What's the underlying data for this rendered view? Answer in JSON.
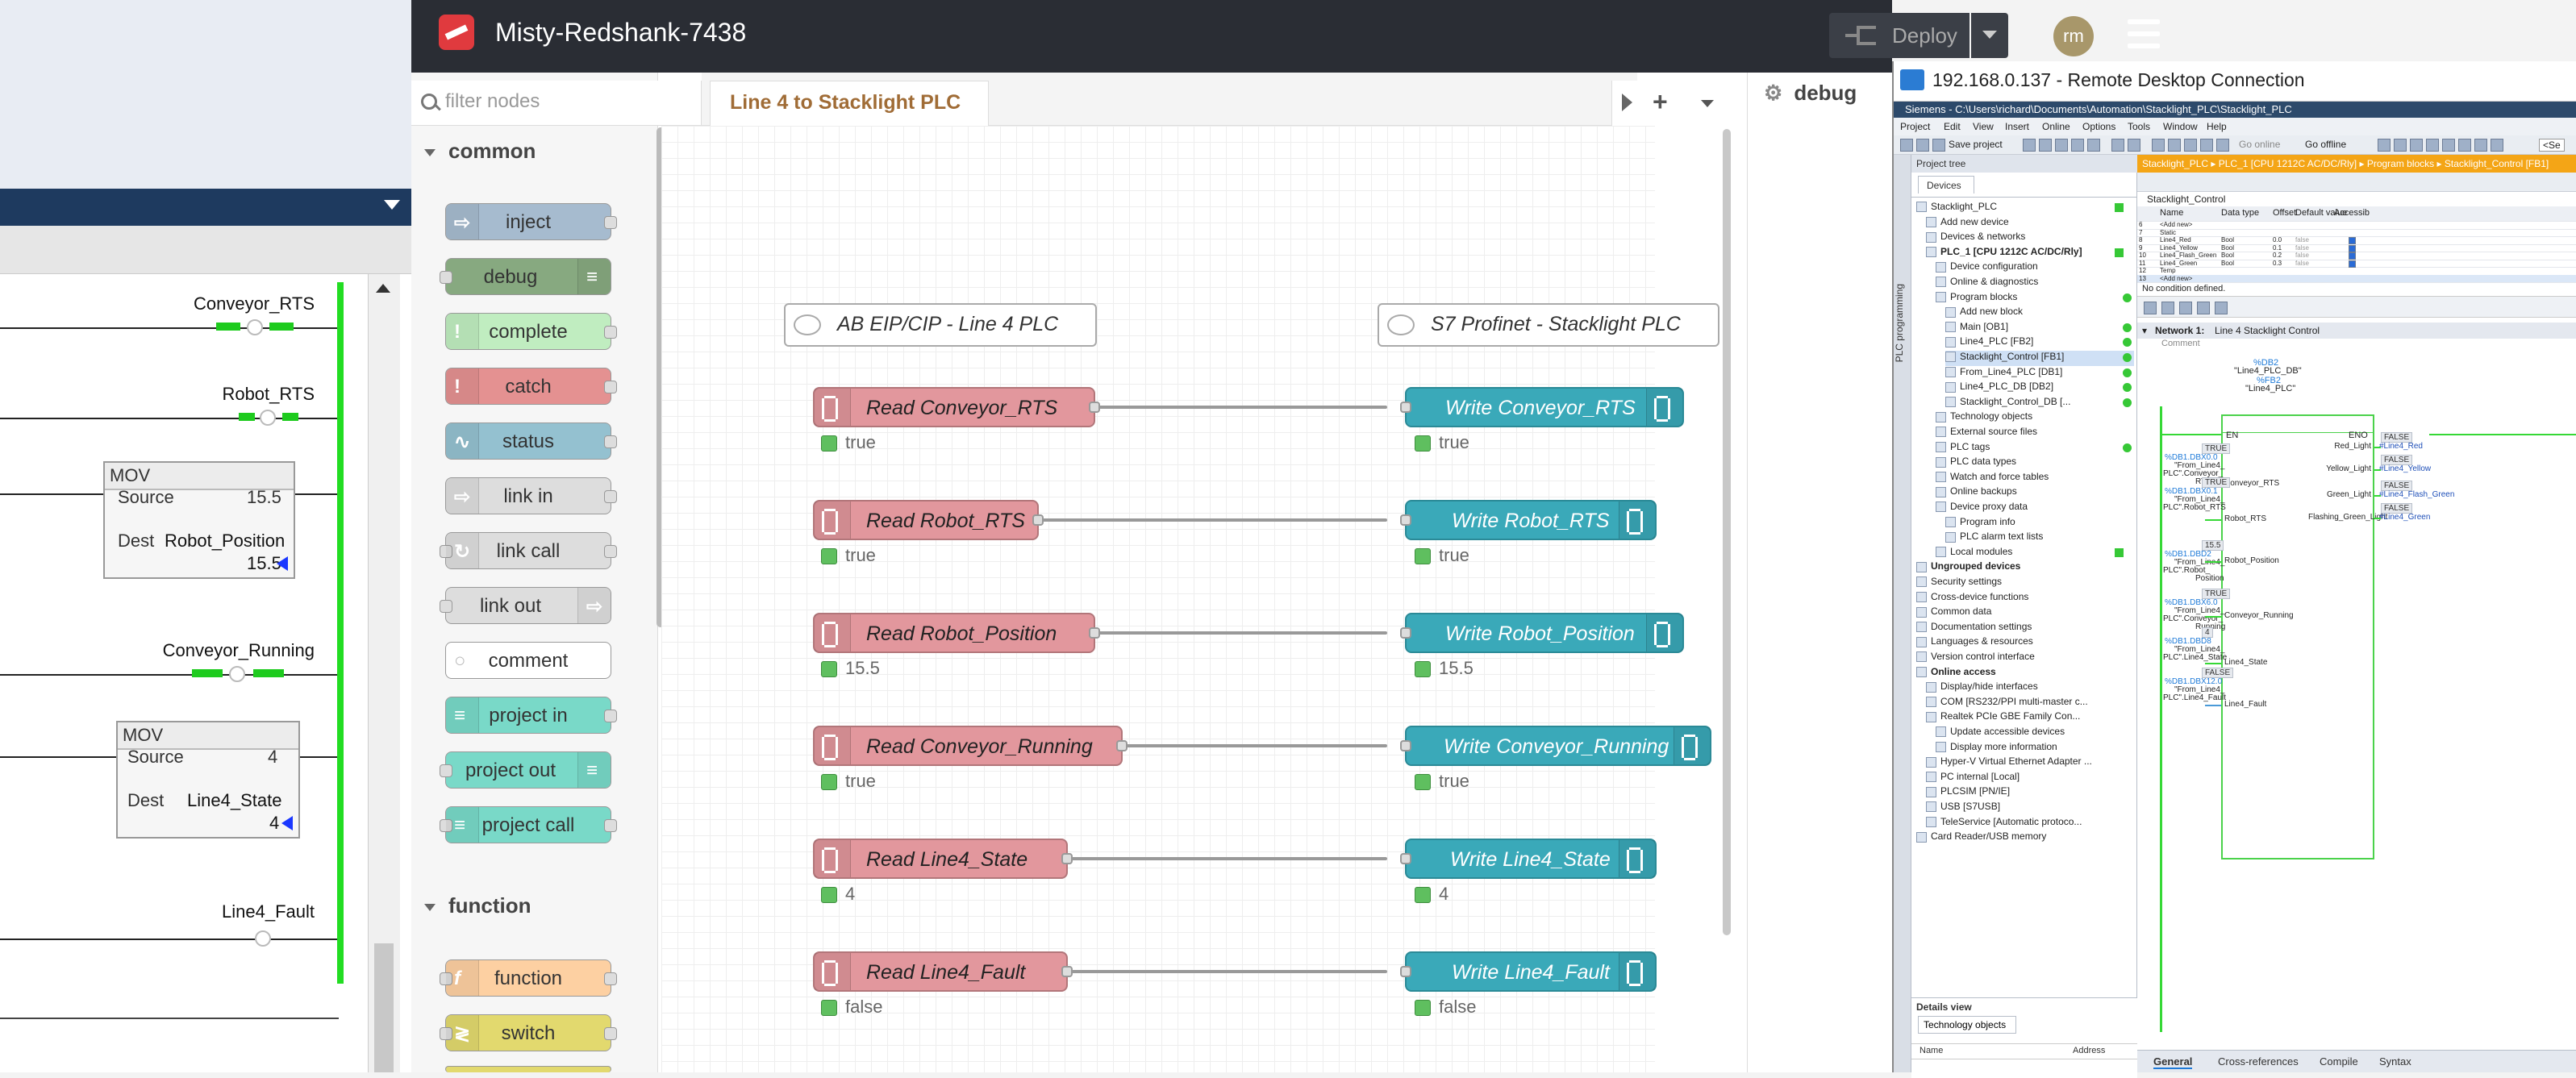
{
  "ladder": {
    "rungs": [
      {
        "label": "Conveyor_RTS"
      },
      {
        "label": "Robot_RTS"
      },
      {
        "label": "Conveyor_Running"
      },
      {
        "label": "Line4_Fault"
      }
    ],
    "mov1": {
      "title": "MOV",
      "source_label": "Source",
      "source_value": "15.5",
      "dest_label": "Dest",
      "dest_tag": "Robot_Position",
      "dest_value": "15.5"
    },
    "mov2": {
      "title": "MOV",
      "source_label": "Source",
      "source_value": "4",
      "dest_label": "Dest",
      "dest_tag": "Line4_State",
      "dest_value": "4"
    }
  },
  "nodered": {
    "title": "Misty-Redshank-7438",
    "deploy_label": "Deploy",
    "avatar_initials": "rm",
    "filter_placeholder": "filter nodes",
    "flow_tab": "Line 4 to Stacklight PLC",
    "sidebar_tab": "debug",
    "categories": {
      "common": "common",
      "function": "function"
    },
    "palette": {
      "inject": "inject",
      "debug": "debug",
      "complete": "complete",
      "catch": "catch",
      "status": "status",
      "link_in": "link in",
      "link_call": "link call",
      "link_out": "link out",
      "comment": "comment",
      "project_in": "project in",
      "project_out": "project out",
      "project_call": "project call",
      "function": "function",
      "switch": "switch"
    },
    "comments": {
      "left": "AB EIP/CIP - Line 4 PLC",
      "right": "S7 Profinet - Stacklight PLC"
    },
    "flows": [
      {
        "read": "Read Conveyor_RTS",
        "write": "Write Conveyor_RTS",
        "read_status": "true",
        "write_status": "true"
      },
      {
        "read": "Read Robot_RTS",
        "write": "Write Robot_RTS",
        "read_status": "true",
        "write_status": "true"
      },
      {
        "read": "Read Robot_Position",
        "write": "Write Robot_Position",
        "read_status": "15.5",
        "write_status": "15.5"
      },
      {
        "read": "Read Conveyor_Running",
        "write": "Write Conveyor_Running",
        "read_status": "true",
        "write_status": "true"
      },
      {
        "read": "Read Line4_State",
        "write": "Write Line4_State",
        "read_status": "4",
        "write_status": "4"
      },
      {
        "read": "Read Line4_Fault",
        "write": "Write Line4_Fault",
        "read_status": "false",
        "write_status": "false"
      }
    ]
  },
  "rdp": {
    "title": "192.168.0.137 - Remote Desktop Connection",
    "tia_title": "Siemens  -  C:\\Users\\richard\\Documents\\Automation\\Stacklight_PLC\\Stacklight_PLC",
    "menu": [
      "Project",
      "Edit",
      "View",
      "Insert",
      "Online",
      "Options",
      "Tools",
      "Window",
      "Help"
    ],
    "toolbar": {
      "save": "Save project",
      "go_online": "Go online",
      "go_offline": "Go offline",
      "search": "<Se"
    },
    "vertical_tab": "PLC programming",
    "tree_header": "Project tree",
    "tree_tab": "Devices",
    "tree": [
      "Stacklight_PLC",
      "Add new device",
      "Devices & networks",
      "PLC_1 [CPU 1212C AC/DC/Rly]",
      "Device configuration",
      "Online & diagnostics",
      "Program blocks",
      "Add new block",
      "Main [OB1]",
      "Line4_PLC [FB2]",
      "Stacklight_Control [FB1]",
      "From_Line4_PLC [DB1]",
      "Line4_PLC_DB [DB2]",
      "Stacklight_Control_DB [...",
      "Technology objects",
      "External source files",
      "PLC tags",
      "PLC data types",
      "Watch and force tables",
      "Online backups",
      "Device proxy data",
      "Program info",
      "PLC alarm text lists",
      "Local modules",
      "Ungrouped devices",
      "Security settings",
      "Cross-device functions",
      "Common data",
      "Documentation settings",
      "Languages & resources",
      "Version control interface",
      "Online access",
      "Display/hide interfaces",
      "COM [RS232/PPI multi-master c...",
      "Realtek PCIe GBE Family Con...",
      "Update accessible devices",
      "Display more information",
      "Hyper-V Virtual Ethernet Adapter ...",
      "PC internal [Local]",
      "PLCSIM [PN/IE]",
      "USB [S7USB]",
      "TeleService [Automatic protoco...",
      "Card Reader/USB memory"
    ],
    "details": {
      "title": "Details view",
      "tab": "Technology objects",
      "col_name": "Name",
      "col_address": "Address"
    },
    "breadcrumb": "Stacklight_PLC  ▸  PLC_1 [CPU 1212C AC/DC/Rly]  ▸  Program blocks  ▸  Stacklight_Control [FB1]",
    "block_name": "Stacklight_Control",
    "iface_headers": {
      "name": "Name",
      "type": "Data type",
      "offset": "Offset",
      "default": "Default value",
      "access": "Accessib"
    },
    "iface_rows": [
      {
        "num": "6",
        "name": "<Add new>",
        "type": "",
        "offset": "",
        "default": ""
      },
      {
        "num": "7",
        "name": "Static",
        "type": "",
        "offset": "",
        "default": ""
      },
      {
        "num": "8",
        "name": "Line4_Red",
        "type": "Bool",
        "offset": "0.0",
        "default": "false"
      },
      {
        "num": "9",
        "name": "Line4_Yellow",
        "type": "Bool",
        "offset": "0.1",
        "default": "false"
      },
      {
        "num": "10",
        "name": "Line4_Flash_Green",
        "type": "Bool",
        "offset": "0.2",
        "default": "false"
      },
      {
        "num": "11",
        "name": "Line4_Green",
        "type": "Bool",
        "offset": "0.3",
        "default": "false"
      },
      {
        "num": "12",
        "name": "Temp",
        "type": "",
        "offset": "",
        "default": ""
      },
      {
        "num": "13",
        "name": "<Add new>",
        "type": "",
        "offset": "",
        "default": ""
      }
    ],
    "condition": "No condition defined.",
    "network": {
      "label": "Network 1:",
      "title": "Line 4 Stacklight Control",
      "comment": "Comment"
    },
    "fb": {
      "db_addr": "%DB2",
      "db_name": "\"Line4_PLC_DB\"",
      "fb_addr": "%FB2",
      "fb_name": "\"Line4_PLC\"",
      "en": "EN",
      "eno": "ENO",
      "inputs": [
        {
          "val": "TRUE",
          "addr": "%DB1.DBX0.0",
          "tag1": "\"From_Line4_",
          "tag2": "PLC\".Conveyor_",
          "tag3": "RTS",
          "pin": "Conveyor_RTS"
        },
        {
          "val": "TRUE",
          "addr": "%DB1.DBX0.1",
          "tag1": "\"From_Line4_",
          "tag2": "PLC\".Robot_RTS",
          "tag3": "",
          "pin": "Robot_RTS"
        },
        {
          "val": "15.5",
          "addr": "%DB1.DBD2",
          "tag1": "\"From_Line4_",
          "tag2": "PLC\".Robot_",
          "tag3": "Position",
          "pin": "Robot_Position"
        },
        {
          "val": "TRUE",
          "addr": "%DB1.DBX6.0",
          "tag1": "\"From_Line4_",
          "tag2": "PLC\".Conveyor_",
          "tag3": "Running",
          "pin": "Conveyor_Running"
        },
        {
          "val": "4",
          "addr": "%DB1.DBD8",
          "tag1": "\"From_Line4_",
          "tag2": "PLC\".Line4_State",
          "tag3": "",
          "pin": "Line4_State"
        },
        {
          "val": "FALSE",
          "addr": "%DB1.DBX12.0",
          "tag1": "\"From_Line4_",
          "tag2": "PLC\".Line4_Fault",
          "tag3": "",
          "pin": "Line4_Fault"
        }
      ],
      "outputs": [
        {
          "pin": "Red_Light",
          "val": "FALSE",
          "tag": "#Line4_Red"
        },
        {
          "pin": "Yellow_Light",
          "val": "FALSE",
          "tag": "#Line4_Yellow"
        },
        {
          "pin": "Green_Light",
          "val": "FALSE",
          "tag": "#Line4_Flash_Green"
        },
        {
          "pin": "Flashing_Green_Light",
          "val": "FALSE",
          "tag": "#Line4_Green"
        }
      ]
    },
    "bottom_tabs": [
      "General",
      "Cross-references",
      "Compile",
      "Syntax"
    ]
  }
}
